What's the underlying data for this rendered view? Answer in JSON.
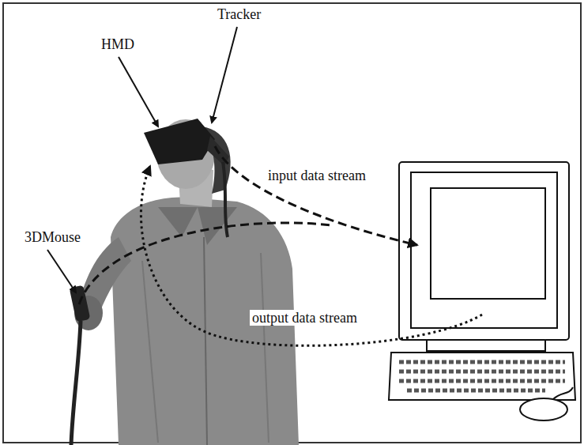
{
  "diagram": {
    "labels": [
      "Tracker",
      "HMD",
      "input data stream",
      "3DMouse",
      "output data stream"
    ]
  }
}
